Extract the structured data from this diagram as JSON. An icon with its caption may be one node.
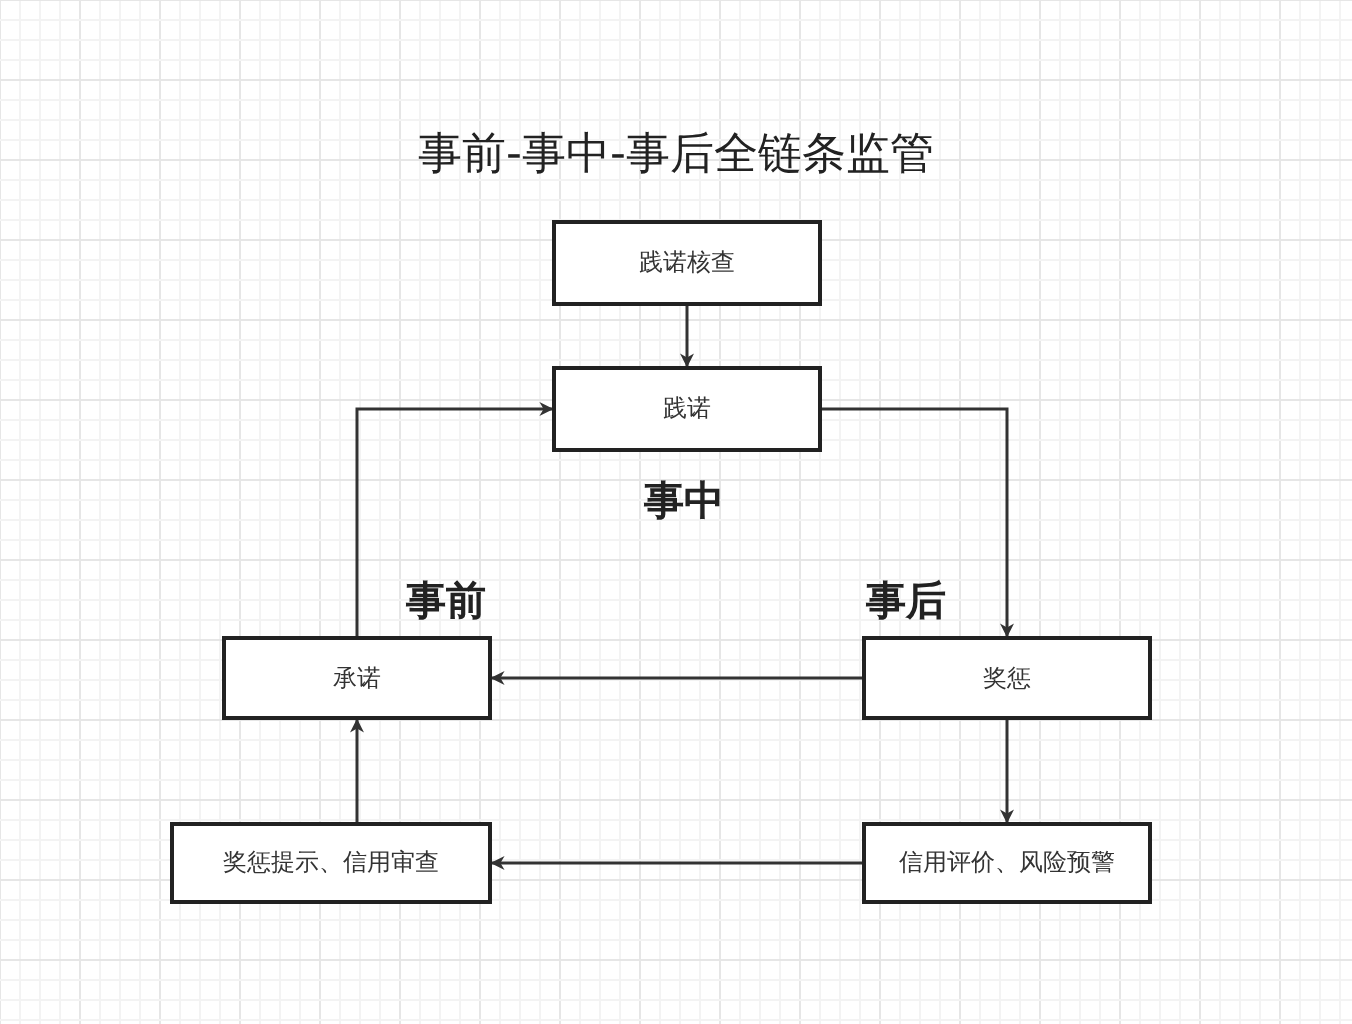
{
  "diagram": {
    "title": "事前-事中-事后全链条监管",
    "nodes": [
      {
        "text": [
          "践诺核查"
        ]
      },
      {
        "text": [
          "践诺"
        ]
      },
      {
        "text": [
          "承诺"
        ]
      },
      {
        "text": [
          "奖惩"
        ]
      },
      {
        "text": [
          "奖惩提示、信用审查"
        ]
      },
      {
        "text": [
          "信用评价、风险预警"
        ]
      }
    ],
    "edges": [
      {
        "from": 0,
        "to": 1,
        "arrow": "to"
      },
      {
        "from": 2,
        "to": 1,
        "arrow": "to"
      },
      {
        "from": 1,
        "to": 3,
        "arrow": "to"
      },
      {
        "from": 3,
        "to": 2,
        "arrow": "to"
      },
      {
        "from": 3,
        "to": 5,
        "arrow": "to"
      },
      {
        "from": 5,
        "to": 4,
        "arrow": "to"
      },
      {
        "from": 4,
        "to": 2,
        "arrow": "to"
      }
    ],
    "labels": [
      "事中",
      "事前",
      "事后"
    ]
  }
}
